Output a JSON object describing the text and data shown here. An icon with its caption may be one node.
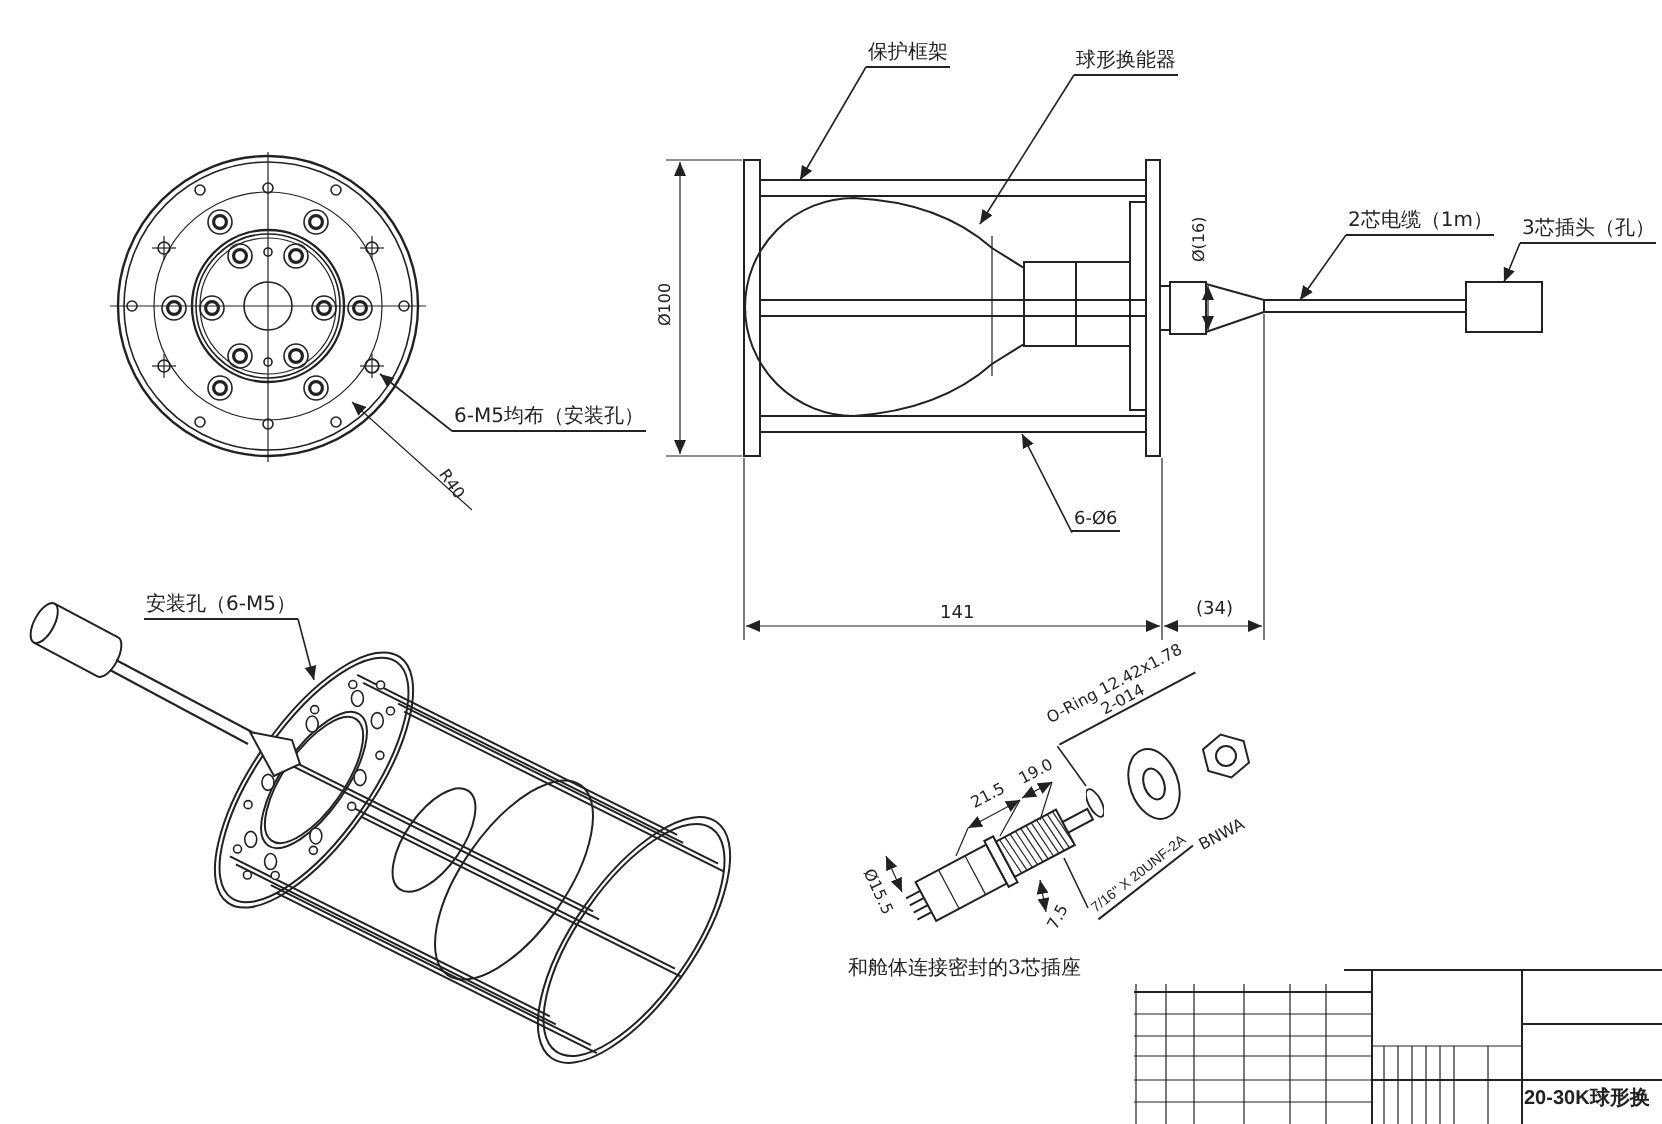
{
  "diagram": {
    "nodes": [
      {
        "text": [
          "6-M5均布（安装孔）"
        ]
      },
      {
        "text": [
          "保护框架"
        ]
      },
      {
        "text": [
          "球形换能器"
        ]
      },
      {
        "text": [
          "2芯电缆（1m）"
        ]
      },
      {
        "text": [
          "3芯插头（孔）"
        ]
      },
      {
        "text": [
          "6-Ø6"
        ]
      },
      {
        "text": [
          "安装孔（6-M5）"
        ]
      },
      {
        "text": [
          "O-Ring 12.42x1.78",
          "2-014"
        ]
      },
      {
        "text": [
          "7/16\" X 20UNF-2A"
        ]
      },
      {
        "text": [],
        "shape": "circle"
      },
      {
        "text": [],
        "shape": "circle"
      }
    ],
    "edges": [
      {
        "from": 0,
        "to": 10,
        "arrow": "to"
      },
      {
        "from": 1,
        "to": null,
        "arrow": "to"
      },
      {
        "from": 2,
        "to": null,
        "arrow": "to"
      },
      {
        "from": 3,
        "to": null,
        "arrow": "to"
      },
      {
        "from": 4,
        "to": null,
        "arrow": "to"
      },
      {
        "from": 5,
        "to": null,
        "arrow": "to"
      },
      {
        "from": 6,
        "to": null,
        "arrow": "to"
      },
      {
        "from": 7,
        "to": 9,
        "arrow": "none"
      },
      {
        "from": 8,
        "to": null,
        "arrow": "none"
      }
    ],
    "labels": [
      "R40",
      "Ø100",
      "Ø(16)",
      "141",
      "(34)",
      "21.5",
      "19.0",
      "Ø15.5",
      "7.5",
      "BNWA",
      "和舱体连接密封的3芯插座",
      "20-30K球形换"
    ]
  }
}
